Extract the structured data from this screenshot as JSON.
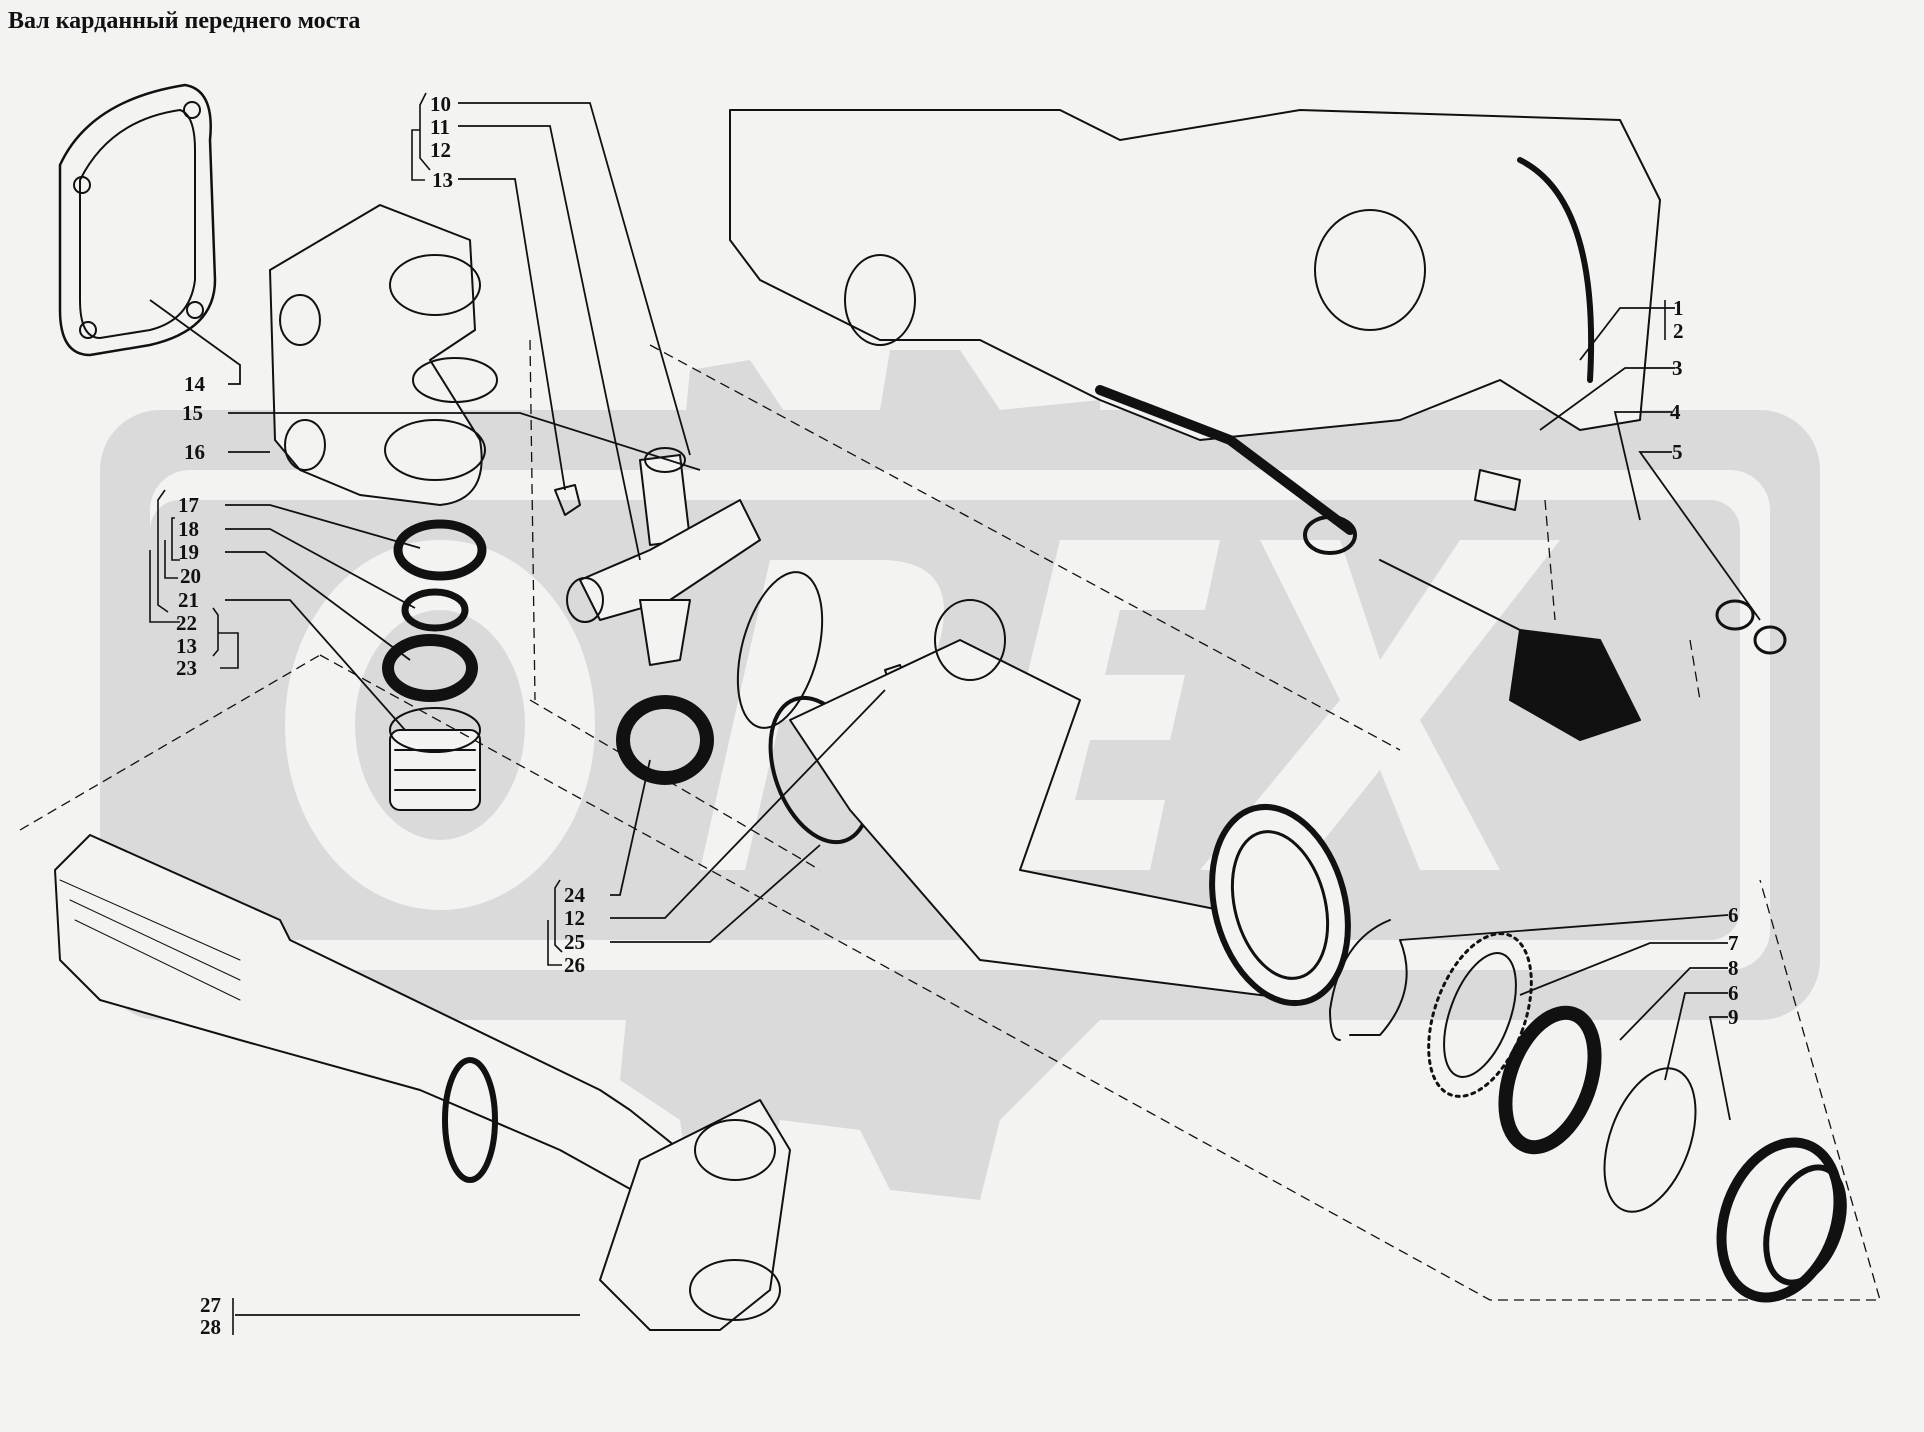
{
  "title": "Вал карданный переднего моста",
  "watermark": {
    "text": "OPEX",
    "color": "#dadada"
  },
  "colors": {
    "background": "#f3f3f2",
    "ink": "#111111",
    "watermark": "#dadada"
  },
  "callouts": [
    {
      "id": "c10",
      "label": "10"
    },
    {
      "id": "c11",
      "label": "11"
    },
    {
      "id": "c12a",
      "label": "12"
    },
    {
      "id": "c13a",
      "label": "13"
    },
    {
      "id": "c14",
      "label": "14"
    },
    {
      "id": "c15",
      "label": "15"
    },
    {
      "id": "c16",
      "label": "16"
    },
    {
      "id": "c17",
      "label": "17"
    },
    {
      "id": "c18",
      "label": "18"
    },
    {
      "id": "c19",
      "label": "19"
    },
    {
      "id": "c20",
      "label": "20"
    },
    {
      "id": "c21",
      "label": "21"
    },
    {
      "id": "c22",
      "label": "22"
    },
    {
      "id": "c13b",
      "label": "13"
    },
    {
      "id": "c23",
      "label": "23"
    },
    {
      "id": "c24",
      "label": "24"
    },
    {
      "id": "c12b",
      "label": "12"
    },
    {
      "id": "c25",
      "label": "25"
    },
    {
      "id": "c26",
      "label": "26"
    },
    {
      "id": "c27",
      "label": "27"
    },
    {
      "id": "c28",
      "label": "28"
    },
    {
      "id": "c1",
      "label": "1"
    },
    {
      "id": "c2",
      "label": "2"
    },
    {
      "id": "c3",
      "label": "3"
    },
    {
      "id": "c4",
      "label": "4"
    },
    {
      "id": "c5",
      "label": "5"
    },
    {
      "id": "c6a",
      "label": "6"
    },
    {
      "id": "c7",
      "label": "7"
    },
    {
      "id": "c8",
      "label": "8"
    },
    {
      "id": "c6b",
      "label": "6"
    },
    {
      "id": "c9",
      "label": "9"
    }
  ]
}
